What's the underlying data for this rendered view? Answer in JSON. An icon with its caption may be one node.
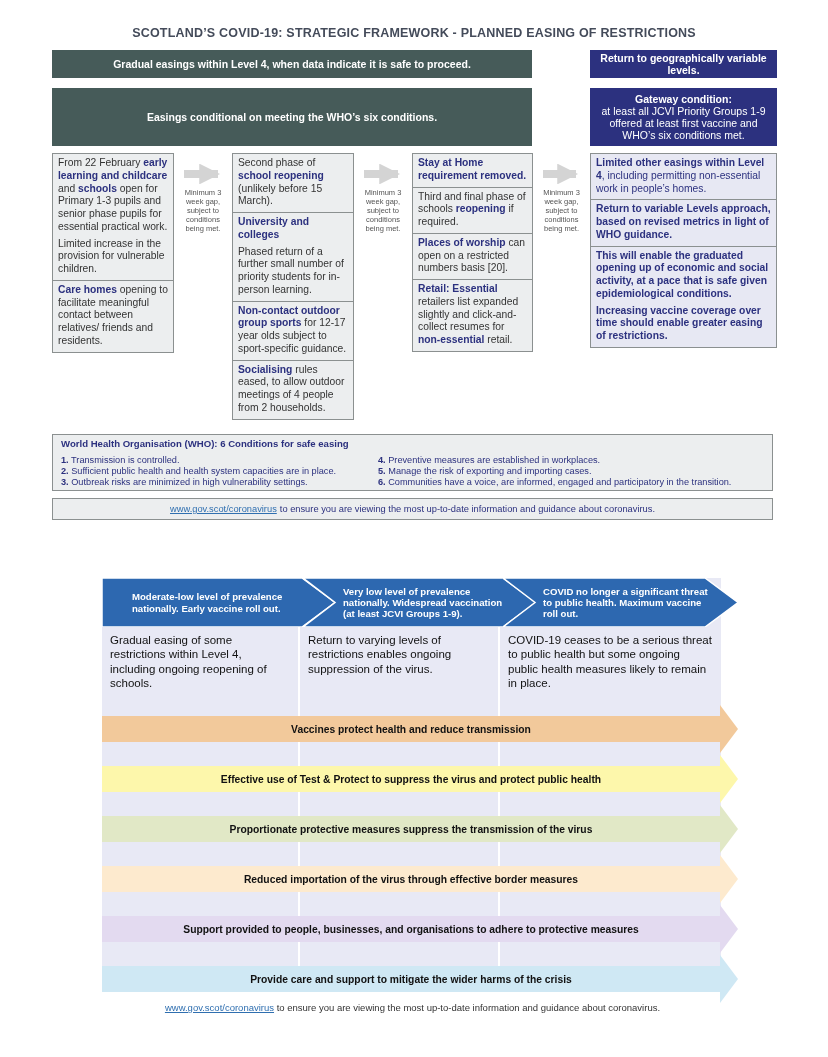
{
  "diagram": {
    "title": "SCOTLAND’S COVID-19: STRATEGIC FRAMEWORK - PLANNED EASING OF RESTRICTIONS",
    "nodes": [
      {
        "text": [
          "Gradual easings within Level 4, when data indicate it is safe to proceed."
        ]
      },
      {
        "text": [
          "Return to geographically variable levels."
        ]
      },
      {
        "text": [
          "Easings conditional on meeting the WHO’s six conditions."
        ]
      },
      {
        "text": [
          "Gateway condition:",
          "at least all JCVI Priority Groups 1-9 offered at least first vaccine and WHO’s six conditions met."
        ]
      },
      {
        "text": [
          "From 22 February **early learning and childcare** and **schools** open for Primary 1-3 pupils and senior phase pupils for essential practical work.",
          "Limited increase in the provision for vulnerable children."
        ]
      },
      {
        "text": [
          "**Care homes** opening to facilitate meaningful contact between relatives/ friends and residents."
        ]
      },
      {
        "text": [
          "Second phase of **school reopening** (unlikely before 15 March)."
        ]
      },
      {
        "text": [
          "University and colleges",
          "Phased return of a further small number of priority students for in-person learning."
        ]
      },
      {
        "text": [
          "**Non-contact outdoor group sports** for 12-17 year olds subject to sport-specific guidance."
        ]
      },
      {
        "text": [
          "**Socialising** rules eased, to allow outdoor meetings of 4 people from 2 households."
        ]
      },
      {
        "text": [
          "Stay at Home requirement removed."
        ]
      },
      {
        "text": [
          "Third and final phase of schools **reopening** if required."
        ]
      },
      {
        "text": [
          "**Places of worship** can open on a restricted numbers basis [20]."
        ]
      },
      {
        "text": [
          "**Retail: Essential** retailers list expanded slightly and click-and-collect resumes for **non-essential** retail."
        ]
      },
      {
        "text": [
          "**Limited other easings within Level 4**, including permitting non-essential work in people’s homes."
        ]
      },
      {
        "text": [
          "Return to variable Levels approach, based on revised metrics in light of WHO guidance."
        ]
      },
      {
        "text": [
          "This will enable the graduated opening up of economic and social activity, at a pace that is safe given epidemiological conditions.",
          "Increasing vaccine coverage over time should enable greater easing of restrictions."
        ]
      },
      {
        "text": [
          "World Health Organisation (WHO): 6 Conditions for safe easing",
          "**1.** Transmission is controlled.",
          "**2.** Sufficient public health and health system capacities are in place.",
          "**3.** Outbreak risks are minimized in high vulnerability settings.",
          "**4.** Preventive measures are established in workplaces.",
          "**5.** Manage the risk of exporting and importing cases.",
          "**6.** Communities have a voice, are informed, engaged and participatory in the transition."
        ]
      },
      {
        "text": [
          "www.gov.scot/coronavirus",
          "to ensure you are viewing the most up-to-date information and guidance about coronavirus."
        ]
      },
      {
        "text": [
          "Moderate-low level of prevalence nationally. Early vaccine roll out."
        ]
      },
      {
        "text": [
          "Very low level of prevalence nationally. Widespread vaccination (at least JCVI Groups 1-9)."
        ]
      },
      {
        "text": [
          "COVID no longer a significant threat to public health. Maximum vaccine roll out."
        ]
      },
      {
        "text": [
          "Gradual easing of some restrictions within Level 4, including ongoing reopening of schools."
        ]
      },
      {
        "text": [
          "Return to varying levels of restrictions enables ongoing suppression of the virus."
        ]
      },
      {
        "text": [
          "COVID-19 ceases to be a serious threat to public health but some ongoing public health measures likely to remain in place."
        ]
      },
      {
        "text": [
          "Vaccines protect health and reduce transmission"
        ]
      },
      {
        "text": [
          "Effective use of Test & Protect to suppress the virus and protect public health"
        ]
      },
      {
        "text": [
          "Proportionate protective measures suppress the transmission of the virus"
        ]
      },
      {
        "text": [
          "Reduced importation of the virus through effective border measures"
        ]
      },
      {
        "text": [
          "Support provided to people, businesses, and organisations to adhere to protective measures"
        ]
      },
      {
        "text": [
          "Provide care and support to mitigate the wider harms of the crisis"
        ]
      }
    ],
    "edges": [
      {
        "from": 4,
        "to": 6,
        "arrow": "to",
        "label": "Minimum 3 week gap, subject to conditions being met."
      },
      {
        "from": 6,
        "to": 10,
        "arrow": "to",
        "label": "Minimum 3 week gap, subject to conditions being met."
      },
      {
        "from": 10,
        "to": 14,
        "arrow": "to",
        "label": "Minimum 3 week gap, subject to conditions being met."
      }
    ],
    "labels": [
      "www.gov.scot/coronavirus",
      "to ensure you are viewing the most up-to-date information and guidance about coronavirus."
    ]
  }
}
